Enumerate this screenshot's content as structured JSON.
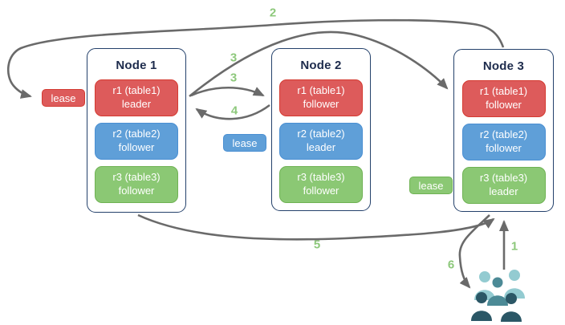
{
  "colors": {
    "red": "#dd5b5b",
    "red-border": "#d43a31",
    "blue": "#5f9fd8",
    "blue-border": "#4a8fd2",
    "green": "#8bc874",
    "green-border": "#6fb254",
    "node-border": "#24416b",
    "node-title": "#1d2b4c",
    "arrow": "#6a6a6a",
    "step-label": "#8dc87b",
    "users-light": "#93cbd1",
    "users-mid": "#4c8a96",
    "users-dark": "#2b5766"
  },
  "nodes": [
    {
      "title": "Node 1",
      "replicas": [
        {
          "name": "r1 (table1)",
          "role": "leader",
          "color": "red"
        },
        {
          "name": "r2 (table2)",
          "role": "follower",
          "color": "blue"
        },
        {
          "name": "r3 (table3)",
          "role": "follower",
          "color": "green"
        }
      ]
    },
    {
      "title": "Node 2",
      "replicas": [
        {
          "name": "r1 (table1)",
          "role": "follower",
          "color": "red"
        },
        {
          "name": "r2 (table2)",
          "role": "leader",
          "color": "blue"
        },
        {
          "name": "r3 (table3)",
          "role": "follower",
          "color": "green"
        }
      ]
    },
    {
      "title": "Node 3",
      "replicas": [
        {
          "name": "r1 (table1)",
          "role": "follower",
          "color": "red"
        },
        {
          "name": "r2 (table2)",
          "role": "follower",
          "color": "blue"
        },
        {
          "name": "r3 (table3)",
          "role": "leader",
          "color": "green"
        }
      ]
    }
  ],
  "leases": [
    {
      "label": "lease",
      "color": "red"
    },
    {
      "label": "lease",
      "color": "blue"
    },
    {
      "label": "lease",
      "color": "green"
    }
  ],
  "steps": {
    "1": "1",
    "2": "2",
    "3a": "3",
    "3b": "3",
    "4": "4",
    "5": "5",
    "6": "6"
  },
  "icons": {
    "users": "users-icon"
  }
}
